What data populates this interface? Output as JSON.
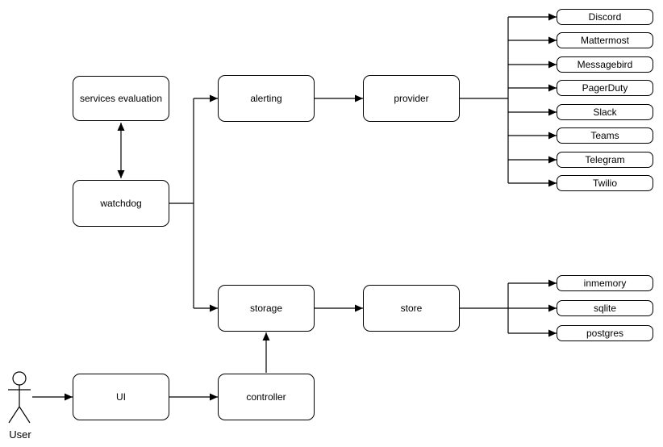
{
  "diagram": {
    "background_color": "#ffffff",
    "stroke_color": "#000000",
    "nodes": {
      "services_evaluation": "services evaluation",
      "watchdog": "watchdog",
      "alerting": "alerting",
      "provider": "provider",
      "storage": "storage",
      "store": "store",
      "ui": "UI",
      "controller": "controller"
    },
    "actor_label": "User",
    "providers": [
      "Discord",
      "Mattermost",
      "Messagebird",
      "PagerDuty",
      "Slack",
      "Teams",
      "Telegram",
      "Twilio"
    ],
    "stores": [
      "inmemory",
      "sqlite",
      "postgres"
    ],
    "edges": [
      "User -> UI",
      "UI -> controller",
      "controller -> storage",
      "services evaluation <-> watchdog",
      "watchdog -> alerting",
      "watchdog -> storage",
      "alerting -> provider",
      "provider -> Discord",
      "provider -> Mattermost",
      "provider -> Messagebird",
      "provider -> PagerDuty",
      "provider -> Slack",
      "provider -> Teams",
      "provider -> Telegram",
      "provider -> Twilio",
      "storage -> store",
      "store -> inmemory",
      "store -> sqlite",
      "store -> postgres"
    ]
  }
}
